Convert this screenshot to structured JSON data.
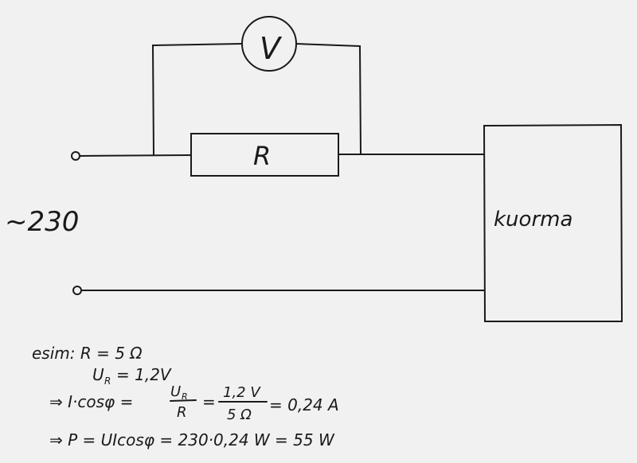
{
  "circuit": {
    "voltmeter_label": "V",
    "resistor_label": "R",
    "load_label": "kuorma",
    "source_label": "~230"
  },
  "calculation": {
    "line1": "esim:  R = 5 Ω",
    "line2": "U",
    "line2_sub": "R",
    "line2_rest": "= 1,2V",
    "line3_prefix": "⇒ I·cosφ =",
    "line3_frac1_num": "U",
    "line3_frac1_num_sub": "R",
    "line3_frac1_den": "R",
    "line3_eq": "=",
    "line3_frac2_num": "1,2 V",
    "line3_frac2_den": "5 Ω",
    "line3_result": "= 0,24 A",
    "line4": "⇒ P = UIcosφ = 230·0,24 W = 55 W"
  },
  "colors": {
    "paper": "#f1f1f1",
    "ink": "#1a1a1a"
  }
}
